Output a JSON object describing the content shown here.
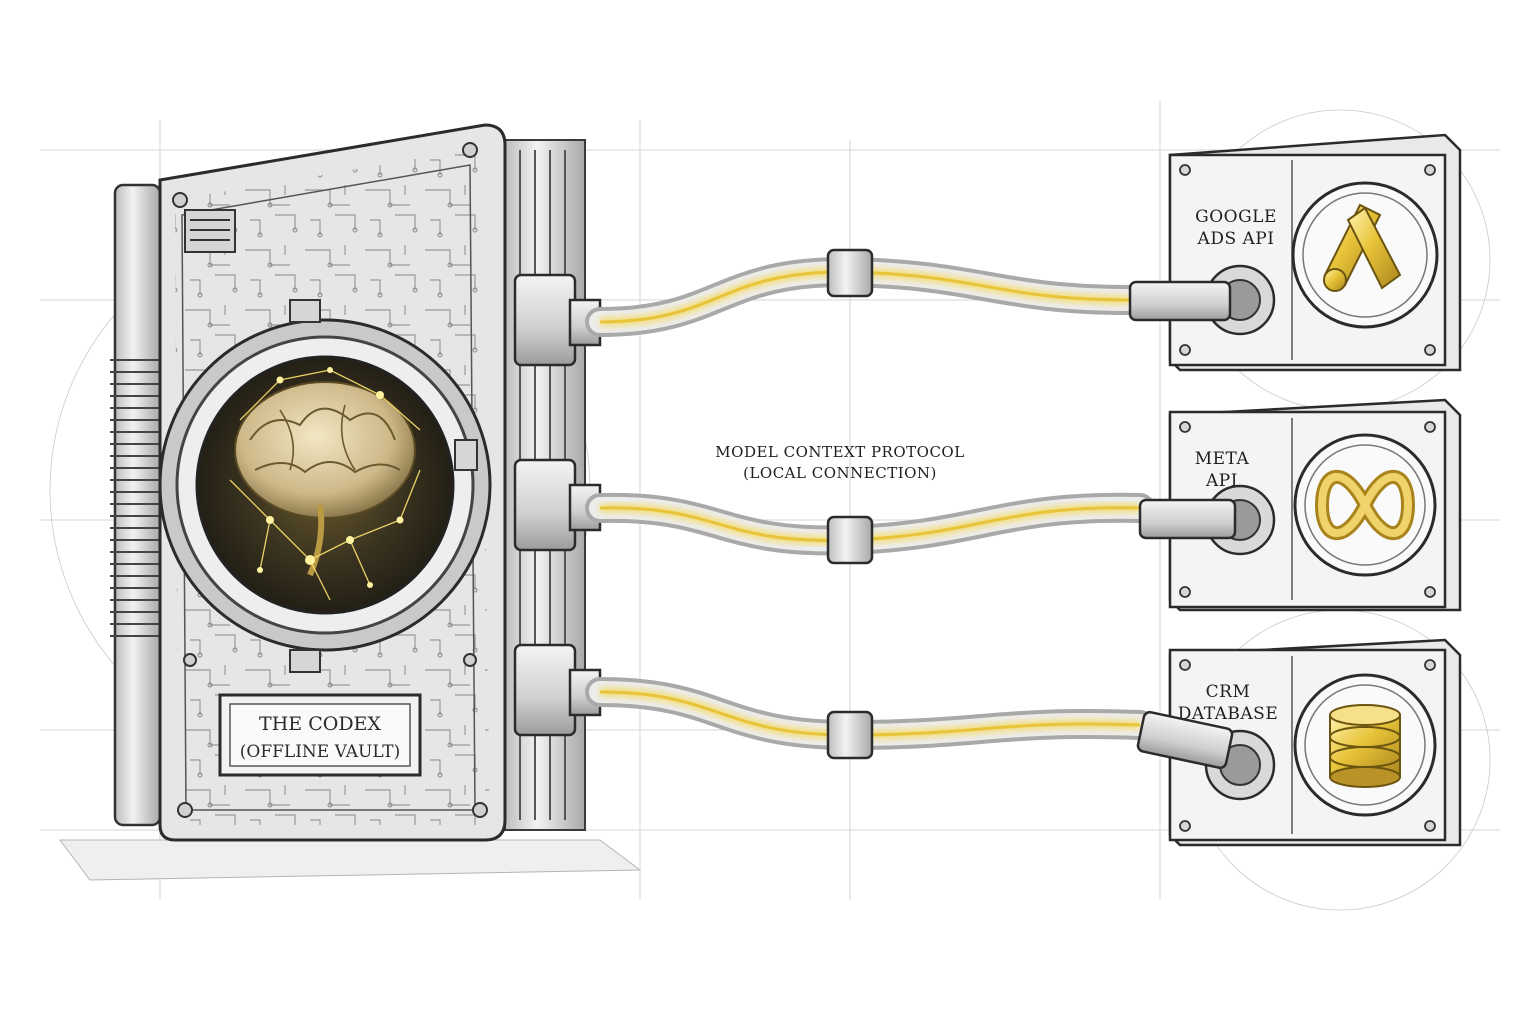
{
  "vault": {
    "title_line1": "THE CODEX",
    "title_line2": "(OFFLINE VAULT)"
  },
  "protocol": {
    "line1": "MODEL CONTEXT PROTOCOL",
    "line2": "(LOCAL CONNECTION)"
  },
  "endpoints": [
    {
      "line1": "GOOGLE",
      "line2": "ADS API",
      "icon": "google-ads-icon"
    },
    {
      "line1": "META",
      "line2": "API",
      "icon": "meta-infinity-icon"
    },
    {
      "line1": "CRM",
      "line2": "DATABASE",
      "icon": "database-icon"
    }
  ],
  "colors": {
    "ink": "#2b2b2b",
    "gold": "#e8c43a",
    "gold_glow": "#f5dc6a",
    "metal": "#d9d9d9",
    "paper": "#ffffff"
  }
}
